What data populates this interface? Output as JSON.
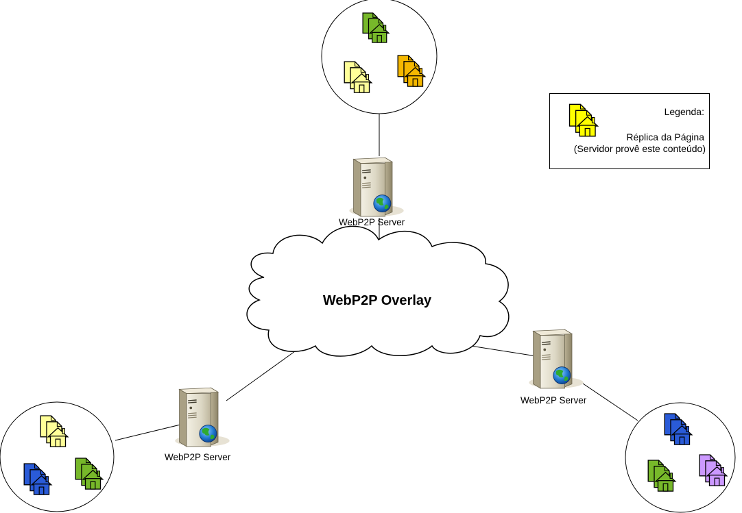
{
  "overlay": {
    "label": "WebP2P Overlay"
  },
  "servers": [
    {
      "label": "WebP2P Server"
    },
    {
      "label": "WebP2P Server"
    },
    {
      "label": "WebP2P Server"
    }
  ],
  "legend": {
    "title": "Legenda:",
    "line1": "Réplica da Página",
    "line2": "(Servidor provê este conteúdo)",
    "icon": "page-replica-icon",
    "color": "#ffff00"
  },
  "replica_colors": {
    "green": "#77b82a",
    "light_yellow": "#ffff99",
    "orange": "#f5b800",
    "blue": "#2a5bd8",
    "purple": "#cc99ff",
    "yellow": "#ffff00"
  }
}
